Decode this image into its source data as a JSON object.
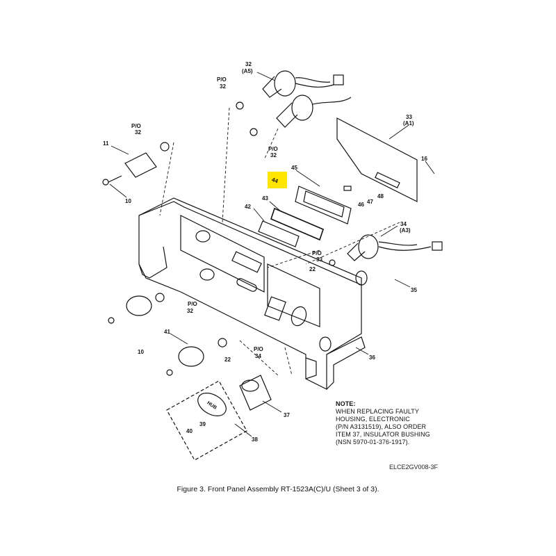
{
  "callouts": [
    {
      "id": "c32a5-num",
      "text": "32"
    },
    {
      "id": "c32a5-ref",
      "text": "(A5)"
    },
    {
      "id": "c-po-top1",
      "text": "P/O"
    },
    {
      "id": "c-po-top1-n",
      "text": "32"
    },
    {
      "id": "c-po-left",
      "text": "P/O"
    },
    {
      "id": "c-po-left-n",
      "text": "32"
    },
    {
      "id": "c11",
      "text": "11"
    },
    {
      "id": "c10a",
      "text": "10"
    },
    {
      "id": "c-po-mid",
      "text": "P/O"
    },
    {
      "id": "c-po-mid-n",
      "text": "32"
    },
    {
      "id": "c33",
      "text": "33"
    },
    {
      "id": "c33ref",
      "text": "(A1)"
    },
    {
      "id": "c16",
      "text": "16"
    },
    {
      "id": "c44",
      "text": "44"
    },
    {
      "id": "c45",
      "text": "45"
    },
    {
      "id": "c48",
      "text": "48"
    },
    {
      "id": "c47",
      "text": "47"
    },
    {
      "id": "c46",
      "text": "46"
    },
    {
      "id": "c43",
      "text": "43"
    },
    {
      "id": "c42",
      "text": "42"
    },
    {
      "id": "c34",
      "text": "34"
    },
    {
      "id": "c34ref",
      "text": "(A3)"
    },
    {
      "id": "c-po-33",
      "text": "P/O"
    },
    {
      "id": "c-po-33-n",
      "text": "33"
    },
    {
      "id": "c22a",
      "text": "22"
    },
    {
      "id": "c35",
      "text": "35"
    },
    {
      "id": "c-po-low",
      "text": "P/O"
    },
    {
      "id": "c-po-low-n",
      "text": "32"
    },
    {
      "id": "c41",
      "text": "41"
    },
    {
      "id": "c36",
      "text": "36"
    },
    {
      "id": "c10b",
      "text": "10"
    },
    {
      "id": "c-po-34",
      "text": "P/O"
    },
    {
      "id": "c-po-34-n",
      "text": "34"
    },
    {
      "id": "c22b",
      "text": "22"
    },
    {
      "id": "c37",
      "text": "37"
    },
    {
      "id": "c39",
      "text": "39"
    },
    {
      "id": "c40",
      "text": "40"
    },
    {
      "id": "c38",
      "text": "38"
    },
    {
      "id": "hub",
      "text": "HUB"
    }
  ],
  "note": {
    "heading": "NOTE:",
    "lines": [
      "WHEN REPLACING FAULTY",
      "HOUSING, ELECTRONIC",
      "(P/N A3131519), ALSO ORDER",
      "ITEM 37, INSULATOR BUSHING",
      "(NSN 5970-01-376-1917)."
    ]
  },
  "drawing_code": "ELCE2GV008-3F",
  "caption": "Figure 3. Front Panel Assembly RT-1523A(C)/U (Sheet 3 of 3).",
  "colors": {
    "highlight": "#ffe500",
    "ink": "#111111"
  }
}
